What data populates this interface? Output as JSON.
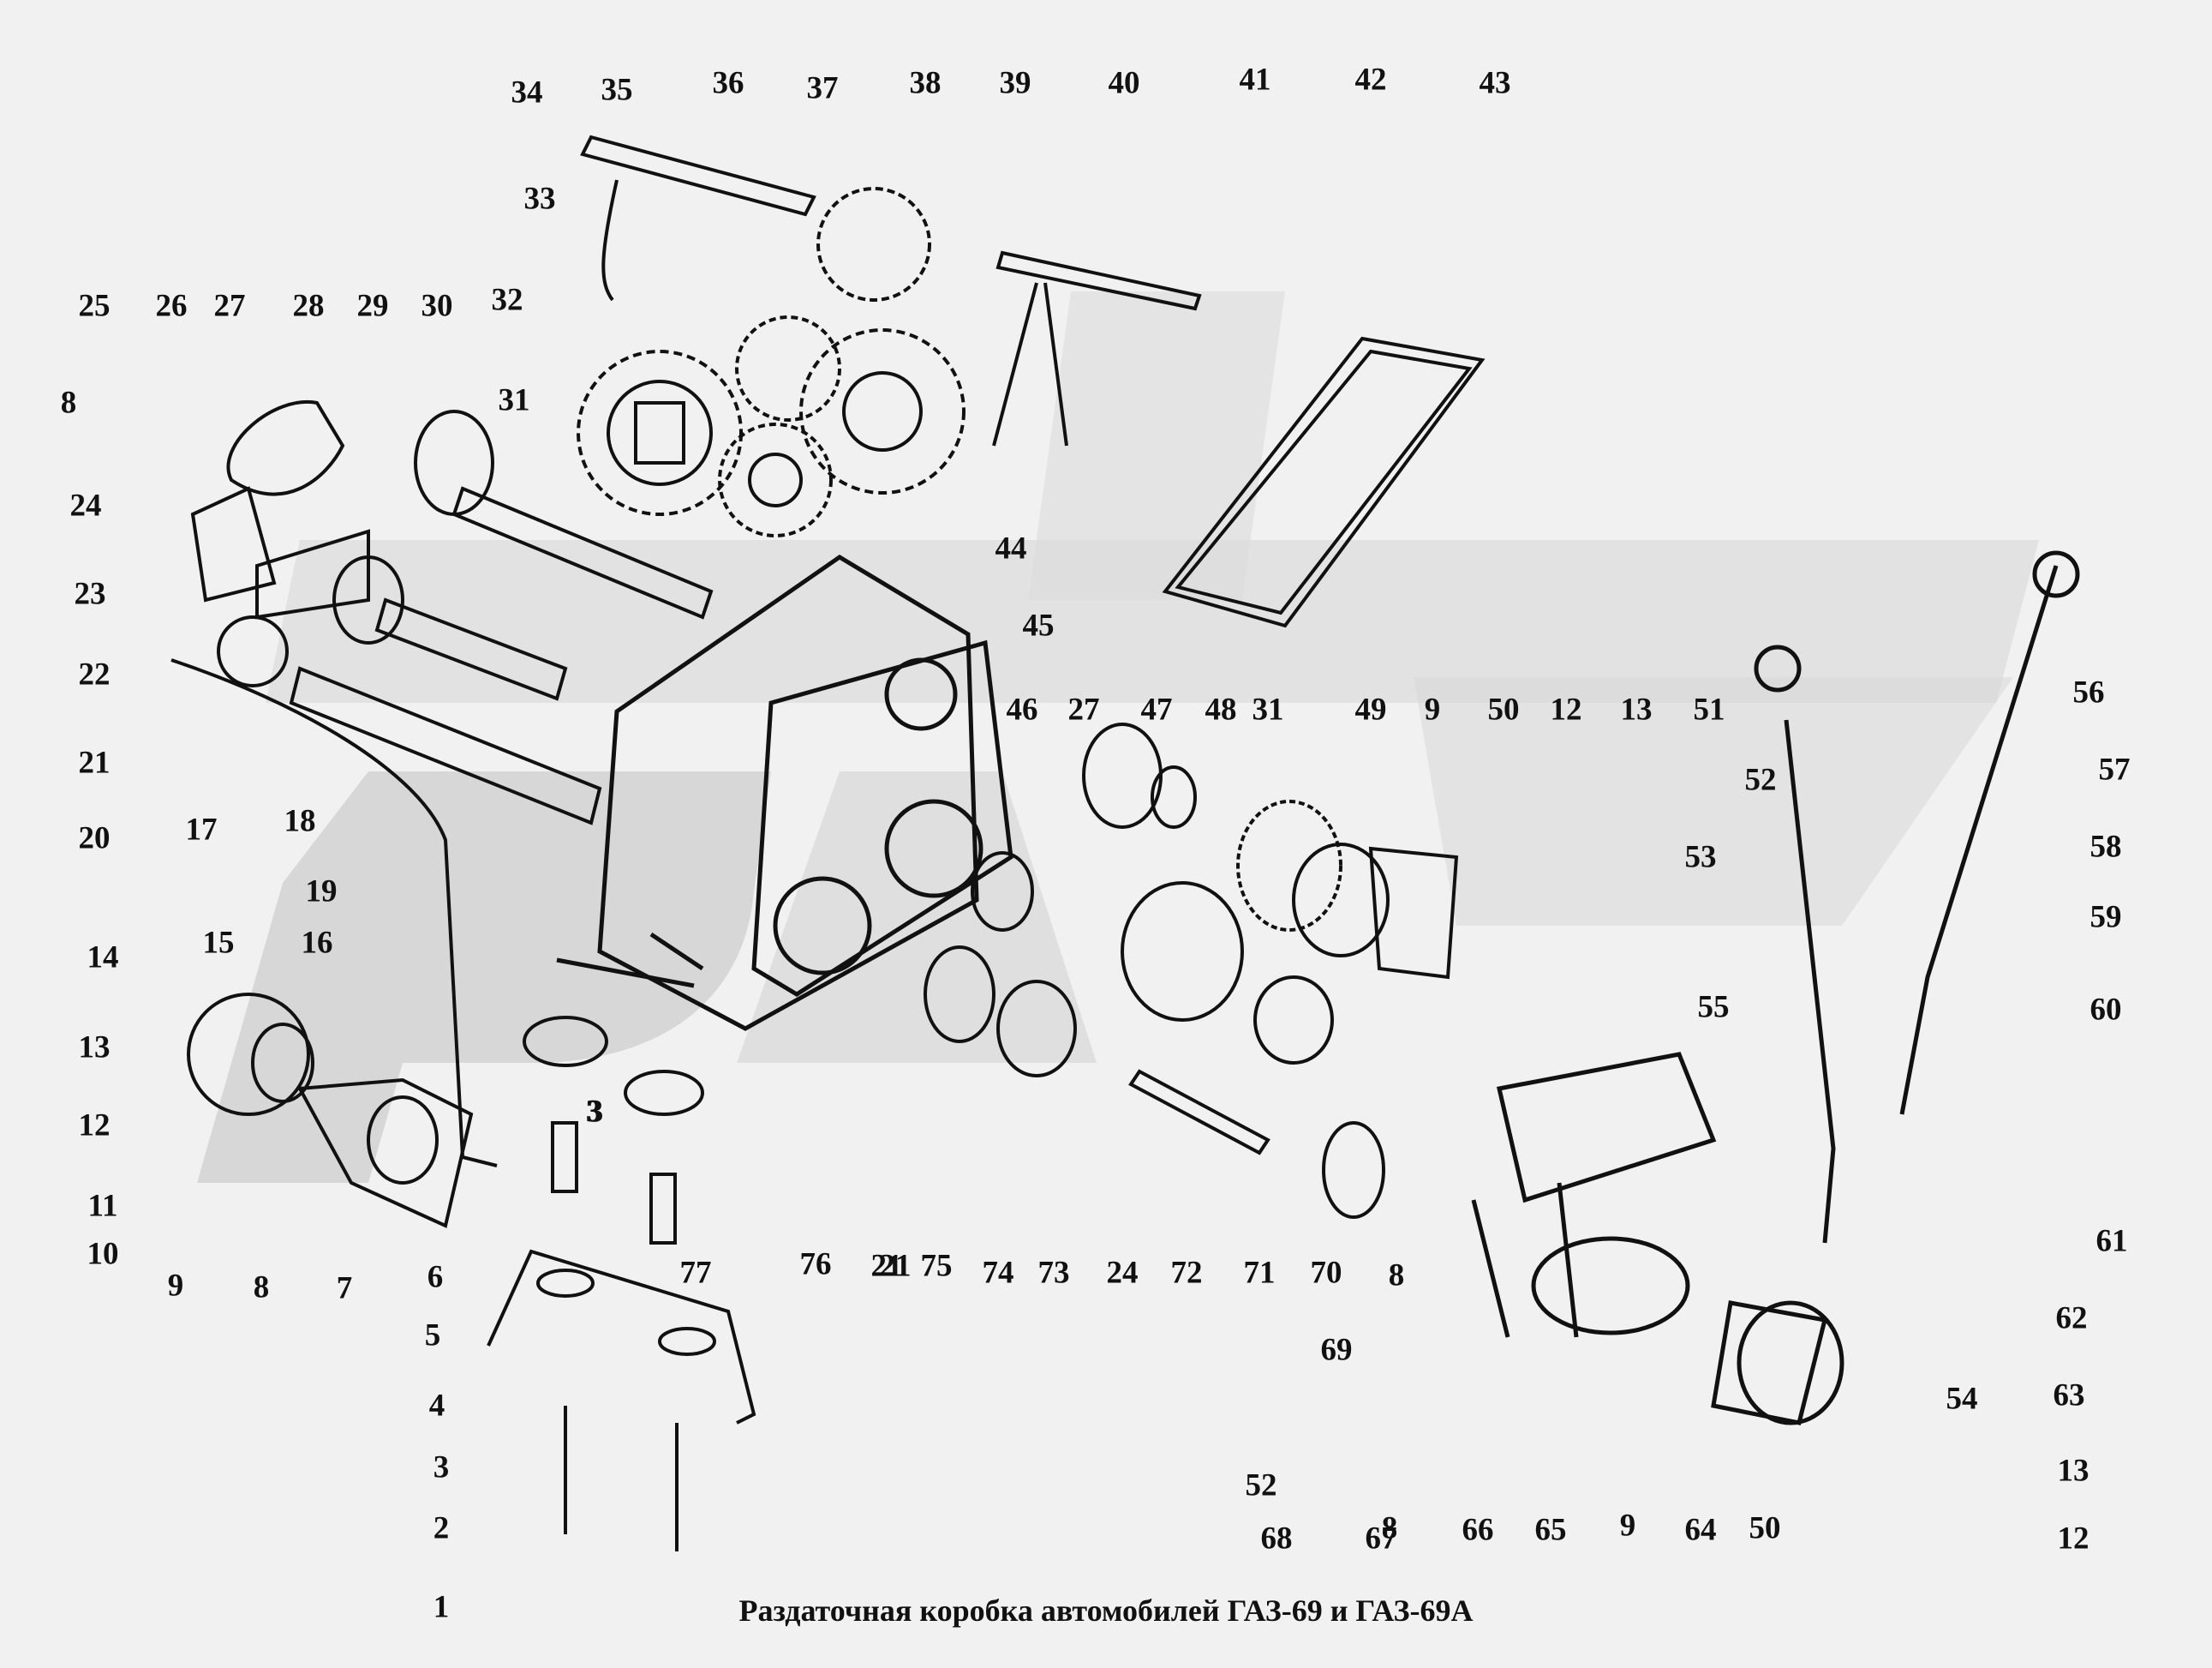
{
  "caption": "Раздаточная коробка автомобилей ГАЗ-69 и ГАЗ-69А",
  "colors": {
    "background": "#f1f1f1",
    "ink": "#111111",
    "watermark": "#d3d3d3"
  },
  "callouts": [
    "1",
    "2",
    "3",
    "3",
    "3",
    "4",
    "5",
    "6",
    "7",
    "8",
    "8",
    "8",
    "8",
    "9",
    "9",
    "9",
    "10",
    "11",
    "12",
    "12",
    "12",
    "13",
    "13",
    "13",
    "14",
    "15",
    "16",
    "17",
    "18",
    "19",
    "20",
    "21",
    "21",
    "21",
    "22",
    "23",
    "24",
    "24",
    "25",
    "26",
    "27",
    "27",
    "28",
    "29",
    "30",
    "31",
    "31",
    "32",
    "33",
    "34",
    "35",
    "36",
    "37",
    "38",
    "39",
    "40",
    "41",
    "42",
    "43",
    "44",
    "45",
    "46",
    "47",
    "48",
    "49",
    "50",
    "50",
    "51",
    "52",
    "52",
    "53",
    "54",
    "55",
    "56",
    "57",
    "58",
    "59",
    "60",
    "61",
    "62",
    "63",
    "64",
    "65",
    "66",
    "67",
    "68",
    "69",
    "70",
    "71",
    "72",
    "73",
    "74",
    "75",
    "76",
    "77"
  ]
}
